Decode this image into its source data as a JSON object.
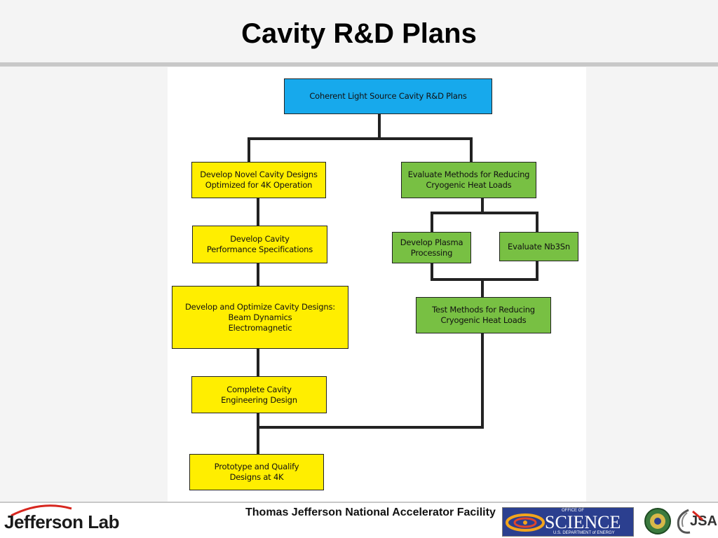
{
  "title": "Cavity R&D Plans",
  "flowchart": {
    "root": "Coherent Light Source Cavity R&D Plans",
    "left_branch": [
      "Develop Novel Cavity Designs\nOptimized for 4K Operation",
      "Develop Cavity\nPerformance Specifications",
      "Develop and Optimize Cavity Designs:\nBeam Dynamics\nElectromagnetic",
      "Complete Cavity\nEngineering Design"
    ],
    "right_branch": {
      "top": "Evaluate Methods for Reducing\nCryogenic Heat Loads",
      "split_left": "Develop Plasma\nProcessing",
      "split_right": "Evaluate Nb3Sn",
      "merge": "Test Methods for Reducing\nCryogenic Heat Loads"
    },
    "final": "Prototype and Qualify\nDesigns at 4K",
    "colors": {
      "root": "#17a9ec",
      "left": "#ffee00",
      "right": "#78c043",
      "connector": "#222222"
    }
  },
  "footer": {
    "lab_logo_text": "Jefferson Lab",
    "organization": "Thomas Jefferson National Accelerator Facility",
    "science_logo": {
      "top_text": "OFFICE OF",
      "word": "SCIENCE",
      "bottom_text": "U.S. DEPARTMENT of ENERGY"
    },
    "right_logos": [
      "doe-seal-icon",
      "jsa-logo"
    ]
  }
}
